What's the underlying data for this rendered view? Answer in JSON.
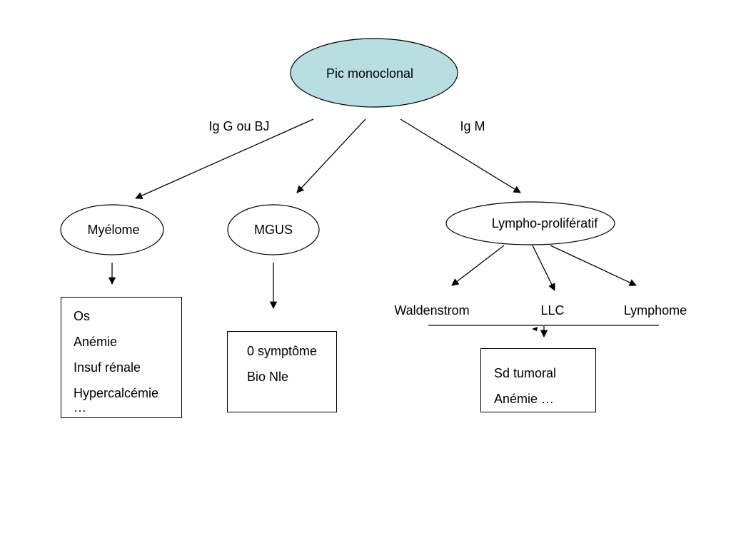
{
  "root": {
    "label": "Pic monoclonal",
    "fill_color": "#B8DEE2"
  },
  "branch_labels": {
    "igg_bj": "Ig G ou BJ",
    "igm": "Ig M"
  },
  "nodes": {
    "myelome": "Myélome",
    "mgus": "MGUS",
    "lympho": "Lympho-prolifératif"
  },
  "lympho_children": {
    "waldenstrom": "Waldenstrom",
    "llc": "LLC",
    "lymphome": "Lymphome"
  },
  "boxes": {
    "myelome": [
      "Os",
      "Anémie",
      "Insuf rénale",
      "Hypercalcémie",
      "…"
    ],
    "mgus": [
      "0 symptôme",
      "Bio Nle"
    ],
    "lympho": [
      "Sd tumoral",
      "Anémie …"
    ]
  }
}
